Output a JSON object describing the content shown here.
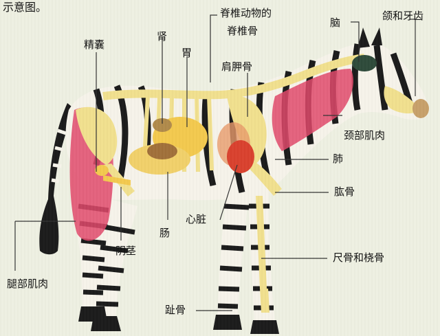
{
  "caption_top": "示意图。",
  "labels": {
    "vertebrate_spine": "脊椎动物的",
    "vertebrate_spine_2": "脊椎骨",
    "brain": "脑",
    "jaw_teeth": "颌和牙齿",
    "kidney": "肾",
    "stomach": "胃",
    "scapula": "肩胛骨",
    "testis": "精囊",
    "neck_muscle": "颈部肌肉",
    "lung": "肺",
    "humerus": "肱骨",
    "intestine": "肠",
    "heart": "心脏",
    "penis": "阴茎",
    "ulna_radius": "尺骨和桡骨",
    "leg_muscle": "腿部肌肉",
    "phalanges": "趾骨"
  },
  "colors": {
    "background": "#eef0e2",
    "zebra_white": "#f6f3ea",
    "zebra_black": "#1b1b1b",
    "muscle": "#e0486a",
    "bone": "#f1e08e",
    "organ_yellow": "#f3c94e",
    "organ_red": "#d9412e",
    "leader_line": "#333333"
  }
}
